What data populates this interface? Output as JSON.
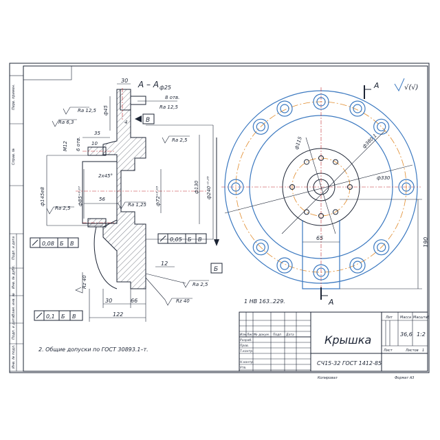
{
  "title_block": {
    "name": "Крышка",
    "material": "СЧ15-32 ГОСТ 1412-85",
    "col_lit": "Лит",
    "col_mass": "Масса",
    "col_scale": "Масштаб",
    "mass": "36,6",
    "scale": "1:2",
    "sheet_label": "Лист",
    "sheets_label": "Листов",
    "sheets": "1",
    "rows": [
      "Изм",
      "Лист",
      "№ докум.",
      "Подп",
      "Дата",
      "Разраб.",
      "Пров.",
      "Т.контр.",
      "Н.контр.",
      "Утв."
    ],
    "copied": "Копировал",
    "format": "Формат A3"
  },
  "side_stamps": [
    "Перв. примен.",
    "Справ. №",
    "Подп. и дата",
    "Инв. № дубл.",
    "Взам. инв. №",
    "Подп. и дата",
    "Инв. № подл."
  ],
  "notes": {
    "note1": "1 НВ 163..229.",
    "note2": "2. Общие допуски по ГОСТ 30893.1–т."
  },
  "section": {
    "label": "А – А",
    "dims": {
      "d30_top": "30",
      "phi25": "ф25",
      "holes": "8 отв.",
      "ra125_top": "Ra 12,5",
      "phi45": "ф45",
      "four": "4",
      "ra125_left": "Ra 12,5",
      "ra63": "Ra 6,3",
      "m12": "М12",
      "holes6": "6 отв.",
      "d35": "35",
      "d10": "10",
      "ra25_right": "Ra 2,5",
      "chamfer": "2х45°",
      "phi85": "ф85⁺⁰·⁰⁷",
      "d56": "56",
      "phi145": "ф145е8",
      "ra25_left": "Ra 2,5",
      "ra125_mid": "Ra 1,25",
      "phi72": "ф72⁺⁰·⁰³",
      "phi130": "ф130",
      "phi240": "ф240⁻⁰·⁰⁵",
      "d12": "12",
      "rz40_left": "Rz 40",
      "ra25_bottom": "Ra 2,5",
      "d30_bottom": "30",
      "d66": "66",
      "rz40_bottom": "Rz 40",
      "d122": "122"
    },
    "tolerances": {
      "runout1": {
        "value": "0,08",
        "base1": "Б",
        "base2": "В"
      },
      "runout2": {
        "value": "0,05",
        "base1": "Б",
        "base2": "В"
      },
      "runout3": {
        "value": "0,1",
        "base1": "Б",
        "base2": "В"
      }
    },
    "datum_v": "В",
    "datum_b": "Б"
  },
  "plan": {
    "section_mark": "А",
    "roughness": "√(√)",
    "phi115": "ф115",
    "phi380": "ф380,1",
    "phi330": "ф330",
    "d65": "65",
    "d190": "190"
  }
}
